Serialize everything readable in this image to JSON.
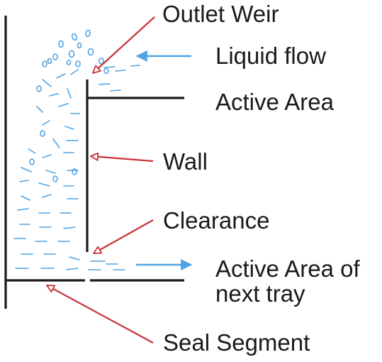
{
  "labels": {
    "outlet_weir": "Outlet Weir",
    "liquid_flow": "Liquid flow",
    "active_area": "Active Area",
    "wall": "Wall",
    "clearance": "Clearance",
    "active_area_next_line1": "Active Area of",
    "active_area_next_line2": "next tray",
    "seal_segment": "Seal Segment"
  },
  "colors": {
    "structure": "#1a1a1a",
    "leader_arrow": "#c8333a",
    "liquid": "#4fa3e3",
    "text": "#1a1a1a"
  }
}
